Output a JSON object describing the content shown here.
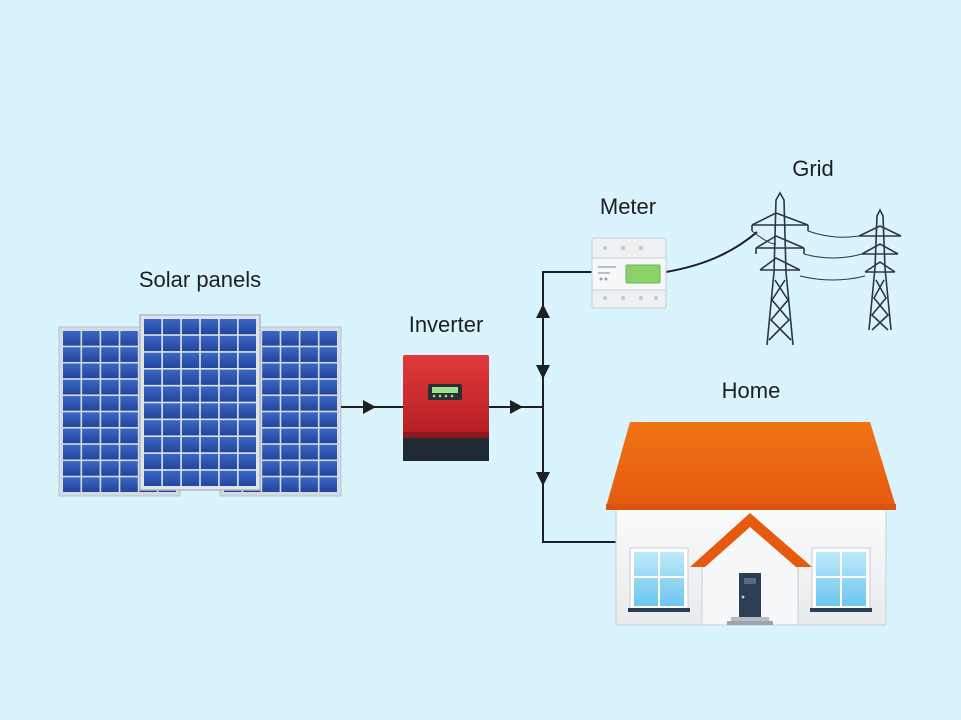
{
  "labels": {
    "solar_panels": "Solar panels",
    "inverter": "Inverter",
    "meter": "Meter",
    "grid": "Grid",
    "home": "Home"
  },
  "colors": {
    "background": "#d9f4fd",
    "panel_cell": "#2d56b4",
    "panel_frame": "#c9d1db",
    "inverter_body": "#d0262a",
    "inverter_base": "#1f2a33",
    "meter_display": "#8ad16a",
    "roof": "#ef6a12",
    "wall": "#f2f2f2",
    "window": "#8fd5f2",
    "door": "#2b3e53",
    "wire": "#1d1f22"
  },
  "icons": [
    "solar-panel-icon",
    "inverter-icon",
    "meter-icon",
    "transmission-tower-icon",
    "house-icon",
    "arrow-icon"
  ]
}
